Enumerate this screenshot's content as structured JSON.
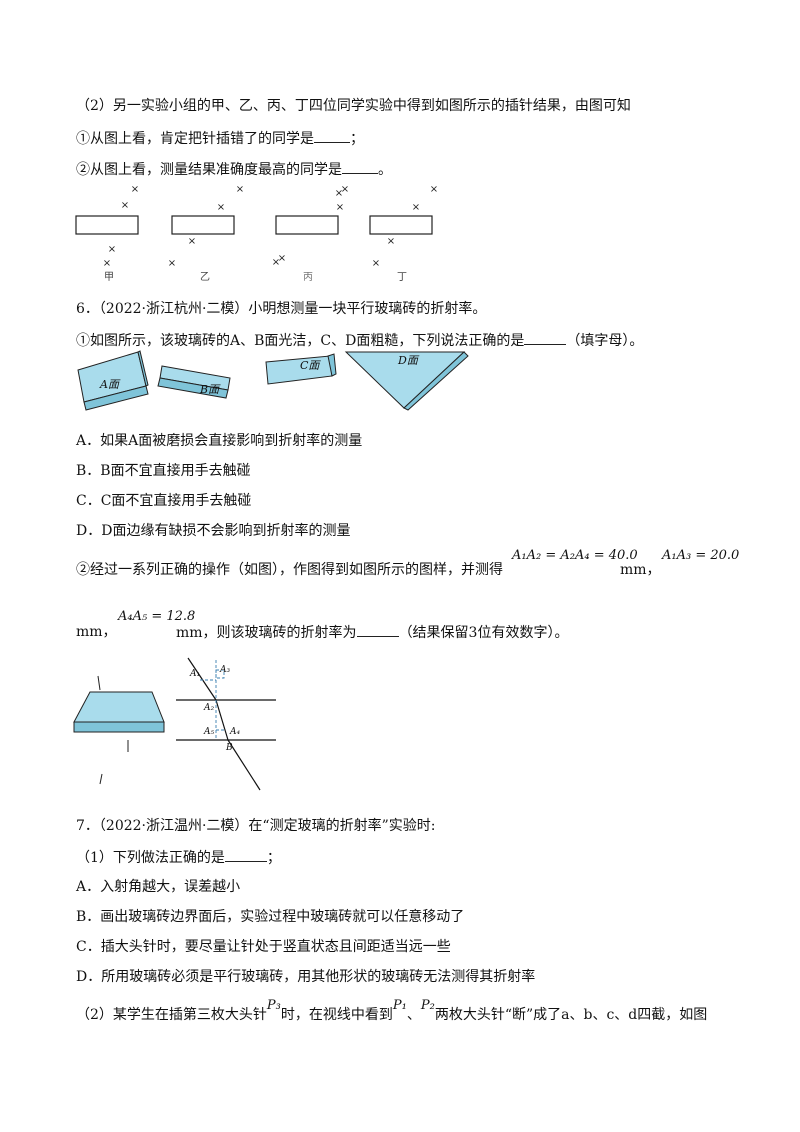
{
  "q5": {
    "part2": "（2）另一实验小组的甲、乙、丙、丁四位同学实验中得到如图所示的插针结果，由图可知",
    "sub1_pre": "①从图上看，肯定把针插错了的同学是",
    "sub1_post": "；",
    "sub2_pre": "②从图上看，测量结果准确度最高的同学是",
    "sub2_post": "。",
    "labels": [
      "甲",
      "乙",
      "丙",
      "丁"
    ]
  },
  "q6": {
    "stem": "6．（2022·浙江杭州·二模）小明想测量一块平行玻璃砖的折射率。",
    "sub1_pre": "①如图所示，该玻璃砖的A、B面光洁，C、D面粗糙，下列说法正确的是",
    "sub1_post": "（填字母）。",
    "faces": [
      "A面",
      "B面",
      "C面",
      "D面"
    ],
    "options": [
      "A．如果A面被磨损会直接影响到折射率的测量",
      "B．B面不宜直接用手去触碰",
      "C．C面不宜直接用手去触碰",
      "D．D面边缘有缺损不会影响到折射率的测量"
    ],
    "sub2_pre": "②经过一系列正确的操作（如图），作图得到如图所示的图样，并测得",
    "eq1": "A₁A₂ = A₂A₄ = 40.0",
    "eq1_unit": "mm，",
    "eq2": "A₁A₃ = 20.0",
    "unit_start": "mm，",
    "eq3": "A₄A₅ = 12.8",
    "sub2_tail": "mm，则该玻璃砖的折射率为",
    "sub2_end": "（结果保留3位有效数字）。",
    "points": [
      "A₁",
      "A₃",
      "A₂",
      "A₅",
      "A₄",
      "B"
    ]
  },
  "q7": {
    "stem": "7．（2022·浙江温州·二模）在“测定玻璃的折射率”实验时:",
    "part1_pre": "（1）下列做法正确的是",
    "part1_post": "；",
    "options": [
      "A．入射角越大，误差越小",
      "B．画出玻璃砖边界面后，实验过程中玻璃砖就可以任意移动了",
      "C．插大头针时，要尽量让针处于竖直状态且间距适当远一些",
      "D．所用玻璃砖必须是平行玻璃砖，用其他形状的玻璃砖无法测得其折射率"
    ],
    "part2_a": "（2）某学生在插第三枚大头针",
    "p3": "P₃",
    "part2_b": "时，在视线中看到",
    "p1": "P₁",
    "sep": "、",
    "p2": "P₂",
    "part2_c": "两枚大头针“断”成了a、b、c、d四截，如图"
  }
}
